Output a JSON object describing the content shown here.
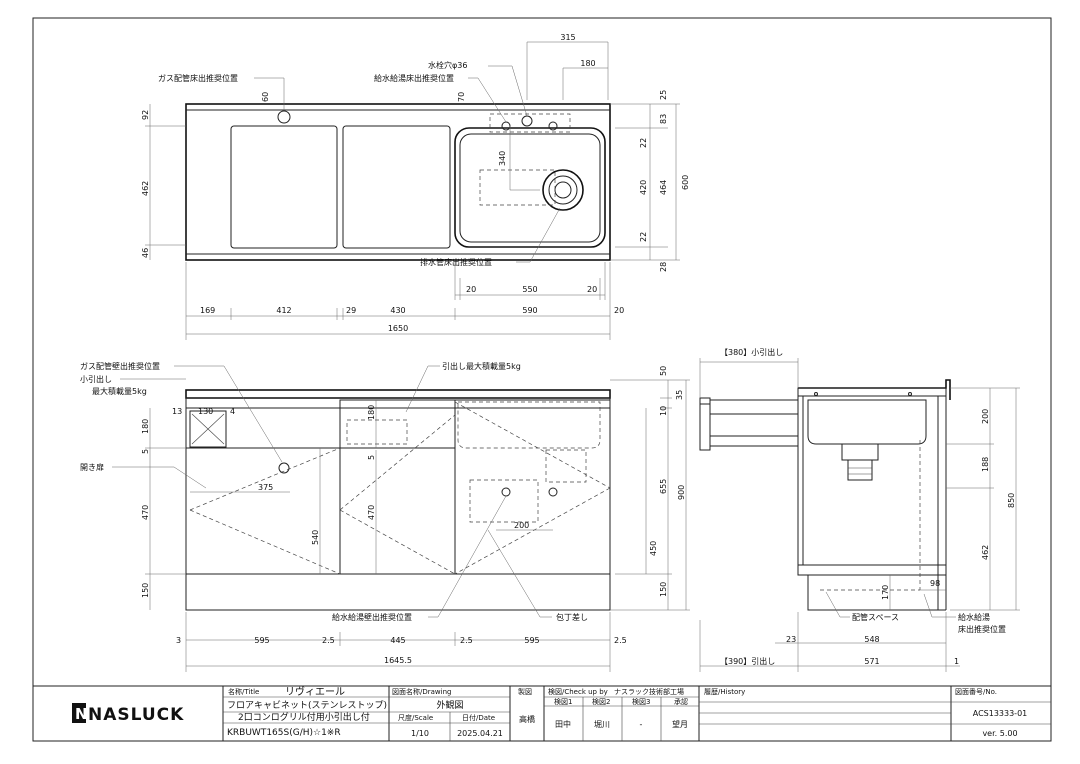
{
  "callouts": {
    "gas_floor": "ガス配管床出推奨位置",
    "faucet_hole": "水栓穴φ36",
    "water_floor": "給水給湯床出推奨位置",
    "drain_floor": "排水管床出推奨位置",
    "gas_wall": "ガス配管壁出推奨位置",
    "small_drawer": "小引出し",
    "small_drawer_load": "最大積載量5kg",
    "drawer_load": "引出し最大積載量5kg",
    "hinged_door": "開き扉",
    "water_wall": "給水給湯壁出推奨位置",
    "knife": "包丁差し",
    "pipe_space": "配管スペース",
    "water_floor_side_1": "給水給湯",
    "water_floor_side_2": "床出推奨位置",
    "small_drawer_ext": "【380】小引出し",
    "drawer_ext": "【390】引出し"
  },
  "plan_dims": {
    "d315": "315",
    "d180": "180",
    "d60": "60",
    "d70": "70",
    "d92": "92",
    "d462": "462",
    "d46": "46",
    "d25": "25",
    "d83": "83",
    "d22a": "22",
    "d420": "420",
    "d22b": "22",
    "d28": "28",
    "d464": "464",
    "d600": "600",
    "d340": "340",
    "b20a": "20",
    "b550": "550",
    "b20b": "20",
    "b169": "169",
    "b412": "412",
    "b29": "29",
    "b430": "430",
    "b590": "590",
    "b20c": "20",
    "total": "1650"
  },
  "front_dims": {
    "f13": "13",
    "f130": "130",
    "f4": "4",
    "f180a": "180",
    "f5a": "5",
    "f470a": "470",
    "f150a": "150",
    "f375": "375",
    "f540": "540",
    "f180b": "180",
    "f5b": "5",
    "f470b": "470",
    "f200": "200",
    "f50": "50",
    "f35": "35",
    "f10": "10",
    "f655": "655",
    "f900": "900",
    "f450": "450",
    "f150b": "150",
    "b3": "3",
    "b595a": "595",
    "b25a": "2.5",
    "b445": "445",
    "b25b": "2.5",
    "b595b": "595",
    "b25c": "2.5",
    "total": "1645.5"
  },
  "side_dims": {
    "s200": "200",
    "s188": "188",
    "s462": "462",
    "s850": "850",
    "s170": "170",
    "s98": "98",
    "s23": "23",
    "s548": "548",
    "s571": "571",
    "s1": "1"
  },
  "title_block": {
    "logo": "NASLUCK",
    "title_label": "名称/Title",
    "product_name": "リヴィエール",
    "line2": "フロアキャビネット(ステンレストップ)",
    "line3": "2口コンログリル付用小引出し付",
    "line4": "KRBUWT165S(G/H)☆1※R",
    "drawing_label": "図面名称/Drawing",
    "drawing_name": "外観図",
    "scale_label": "尺度/Scale",
    "scale": "1/10",
    "date_label": "日付/Date",
    "date": "2025.04.21",
    "drafter_label": "製図",
    "drafter": "高橋",
    "check_label": "検図/Check up by",
    "company": "ナスラック技術部工場",
    "check1_label": "検図1",
    "check2_label": "検図2",
    "check3_label": "検図3",
    "approve_label": "承認",
    "check1": "田中",
    "check2": "堀川",
    "check3": "-",
    "approve": "望月",
    "history_label": "履歴/History",
    "no_label": "図面番号/No.",
    "number": "ACS13333-01",
    "version": "ver. 5.00"
  }
}
